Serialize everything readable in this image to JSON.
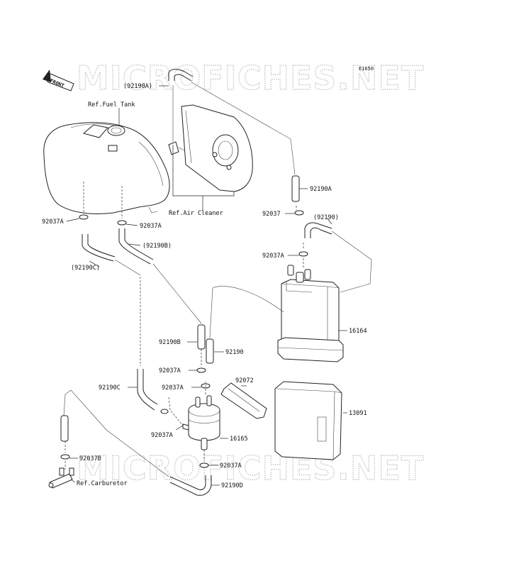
{
  "figure_code": "E1650",
  "watermark": "MICROFICHES.NET",
  "front_arrow_label": "FRONT",
  "callouts": {
    "ref_fuel_tank": "Ref.Fuel Tank",
    "ref_air_cleaner": "Ref.Air Cleaner",
    "ref_carburetor": "Ref.Carburetor",
    "p92190A_top": "(92190A)",
    "p92190A_right": "92190A",
    "p92037_right": "92037",
    "p92190_paren": "(92190)",
    "p92037A_canister": "92037A",
    "p92037A_left": "92037A",
    "p92037A_mid": "92037A",
    "p92190B_paren": "(92190B)",
    "p92190C_paren": "(92190C)",
    "p92190B": "92190B",
    "p92190": "92190",
    "p16164": "16164",
    "p92037A_filter1": "92037A",
    "p92072": "92072",
    "p92190C": "92190C",
    "p92037A_filter2": "92037A",
    "p13091": "13091",
    "p92037A_filter3": "92037A",
    "p16165": "16165",
    "p92037B": "92037B",
    "p92037A_bottom": "92037A",
    "p92190D": "92190D"
  }
}
